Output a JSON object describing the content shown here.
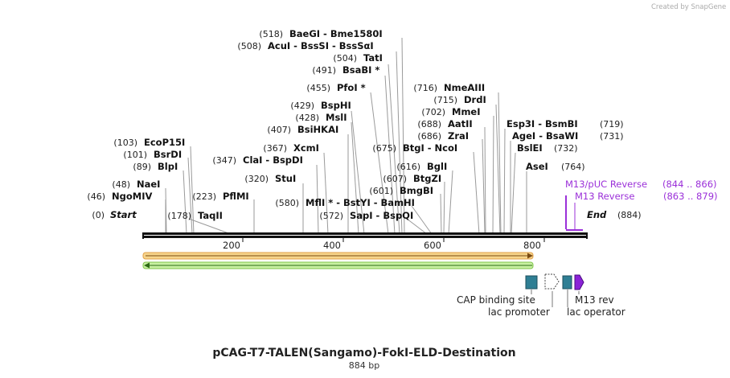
{
  "credit": "Created by SnapGene",
  "title": "pCAG-T7-TALEN(Sangamo)-FokI-ELD-Destination",
  "length_label": "884 bp",
  "start_label": "Start",
  "end_label": "End",
  "start_pos": "(0)",
  "end_pos": "(884)",
  "ticks": [
    "200",
    "400",
    "600",
    "800"
  ],
  "sites": [
    {
      "pos": "(518)",
      "label": "BaeGI  - Bme1580I"
    },
    {
      "pos": "(508)",
      "label": "AcuI  - BssSI  - BssSαI"
    },
    {
      "pos": "(504)",
      "label": "TatI"
    },
    {
      "pos": "(491)",
      "label": "BsaBI *"
    },
    {
      "pos": "(455)",
      "label": "PfoI *"
    },
    {
      "pos": "(429)",
      "label": "BspHI"
    },
    {
      "pos": "(428)",
      "label": "MslI"
    },
    {
      "pos": "(407)",
      "label": "BsiHKAI"
    },
    {
      "pos": "(367)",
      "label": "XcmI"
    },
    {
      "pos": "(347)",
      "label": "ClaI  - BspDI"
    },
    {
      "pos": "(320)",
      "label": "StuI"
    },
    {
      "pos": "(580)",
      "label": "MflI *  - BstYI  - BamHI"
    },
    {
      "pos": "(572)",
      "label": "SapI  - BspQI"
    },
    {
      "pos": "(103)",
      "label": "EcoP15I"
    },
    {
      "pos": "(101)",
      "label": "BsrDI"
    },
    {
      "pos": "(89)",
      "label": "BlpI"
    },
    {
      "pos": "(48)",
      "label": "NaeI"
    },
    {
      "pos": "(46)",
      "label": "NgoMIV"
    },
    {
      "pos": "(223)",
      "label": "PflMI"
    },
    {
      "pos": "(178)",
      "label": "TaqII"
    },
    {
      "pos": "(716)",
      "label": "NmeAIII"
    },
    {
      "pos": "(715)",
      "label": "DrdI"
    },
    {
      "pos": "(702)",
      "label": "MmeI"
    },
    {
      "pos": "(688)",
      "label": "AatII"
    },
    {
      "pos": "(686)",
      "label": "ZraI"
    },
    {
      "pos": "(675)",
      "label": "BtgI  - NcoI"
    },
    {
      "pos": "(616)",
      "label": "BglI"
    },
    {
      "pos": "(607)",
      "label": "BtgZI"
    },
    {
      "pos": "(601)",
      "label": "BmgBI"
    },
    {
      "pos": "(719)",
      "label": "Esp3I  - BsmBI"
    },
    {
      "pos": "(731)",
      "label": "AgeI  - BsaWI"
    },
    {
      "pos": "(732)",
      "label": "BslEI"
    },
    {
      "pos": "(764)",
      "label": "AseI"
    }
  ],
  "primers": [
    {
      "label": "M13/pUC Reverse",
      "range": "(844 .. 866)"
    },
    {
      "label": "M13 Reverse",
      "range": "(863 .. 879)"
    }
  ],
  "features": [
    {
      "label": "CAP binding site"
    },
    {
      "label": "lac promoter"
    },
    {
      "label": "M13 rev"
    },
    {
      "label": "lac operator"
    }
  ],
  "colors": {
    "orange_bar": "#f0b24a",
    "green_bar": "#8fd14f",
    "cap_box": "#2f7f94",
    "m13_arrow": "#8a22d6",
    "primer_text": "#9b30d9"
  }
}
